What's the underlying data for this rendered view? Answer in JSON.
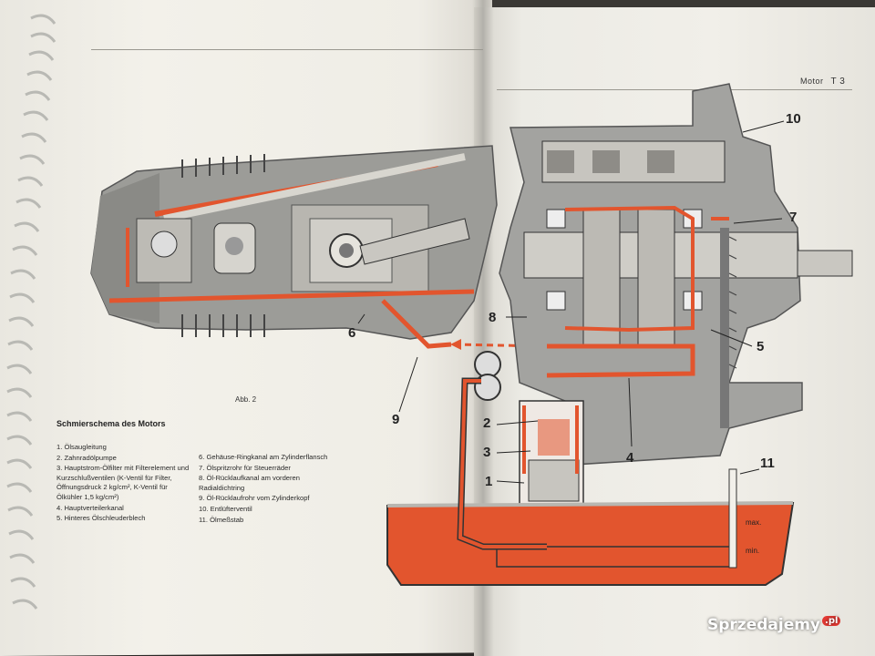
{
  "header": {
    "section": "Motor",
    "page": "T 3"
  },
  "figure": {
    "caption": "Abb. 2"
  },
  "legend": {
    "title": "Schmierschema des Motors",
    "items_left": [
      "1. Ölsaugleitung",
      "2. Zahnradölpumpe",
      "3. Hauptstrom-Ölfilter mit Filterelement und Kurzschlußventilen (K-Ventil für Filter, Öffnungsdruck 2 kg/cm², K-Ventil für Ölkühler 1,5 kg/cm²)",
      "4. Hauptverteilerkanal",
      "5. Hinteres Ölschleuderblech"
    ],
    "items_right": [
      "6. Gehäuse-Ringkanal am Zylinderflansch",
      "7. Ölspritzrohr für Steuerräder",
      "8. Öl-Rücklaufkanal am vorderen Radialdichtring",
      "9. Öl-Rücklaufrohr vom Zylinderkopf",
      "10. Entlüfterventil",
      "11. Ölmeßstab"
    ]
  },
  "callouts": {
    "n1": "1",
    "n2": "2",
    "n3": "3",
    "n4": "4",
    "n5": "5",
    "n6": "6",
    "n7": "7",
    "n8": "8",
    "n9": "9",
    "n10": "10",
    "n11": "11"
  },
  "dipstick": {
    "max": "max.",
    "min": "min."
  },
  "watermark": {
    "brand": "Sprzedajemy",
    "tld": ".pl"
  },
  "colors": {
    "oil": "#e2552e",
    "metal": "#9c9c98",
    "dark_metal": "#6e6e6a",
    "paper": "#efede6"
  }
}
